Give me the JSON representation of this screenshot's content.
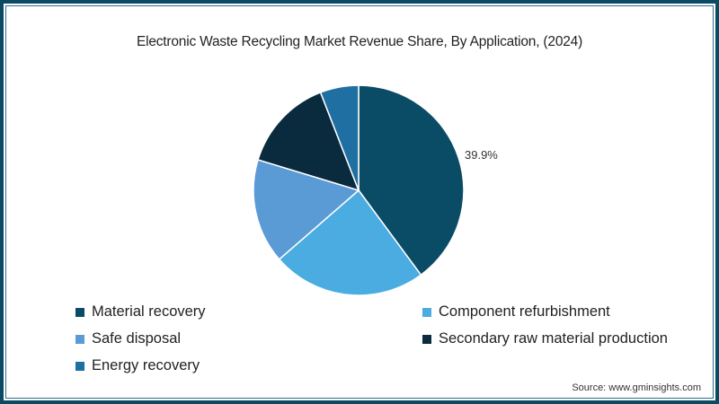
{
  "chart_data": {
    "type": "pie",
    "title": "Electronic Waste Recycling Market Revenue Share, By Application,  (2024)",
    "categories": [
      "Material recovery",
      "Component refurbishment",
      "Safe disposal",
      "Secondary raw material production",
      "Energy recovery"
    ],
    "values": [
      39.9,
      23.7,
      16.1,
      14.4,
      5.9
    ],
    "colors": [
      "#0a4c66",
      "#4aace0",
      "#5b9bd5",
      "#0a2a3d",
      "#1f6fa3"
    ],
    "data_labels": [
      "39.9%",
      "",
      "",
      "",
      ""
    ],
    "start_angle": "12 o'clock, clockwise",
    "legend_position": "bottom"
  },
  "title": "Electronic Waste Recycling Market Revenue Share, By Application,  (2024)",
  "pie": {
    "label_material_recovery": "39.9%"
  },
  "legend": [
    {
      "label": "Material recovery",
      "color": "#0a4c66"
    },
    {
      "label": "Component refurbishment",
      "color": "#4aace0"
    },
    {
      "label": "Safe disposal",
      "color": "#5b9bd5"
    },
    {
      "label": "Secondary raw material production",
      "color": "#0a2a3d"
    },
    {
      "label": "Energy recovery",
      "color": "#1f6fa3"
    }
  ],
  "source": "Source: www.gminsights.com",
  "colors": {
    "border": "#0c4a63"
  }
}
